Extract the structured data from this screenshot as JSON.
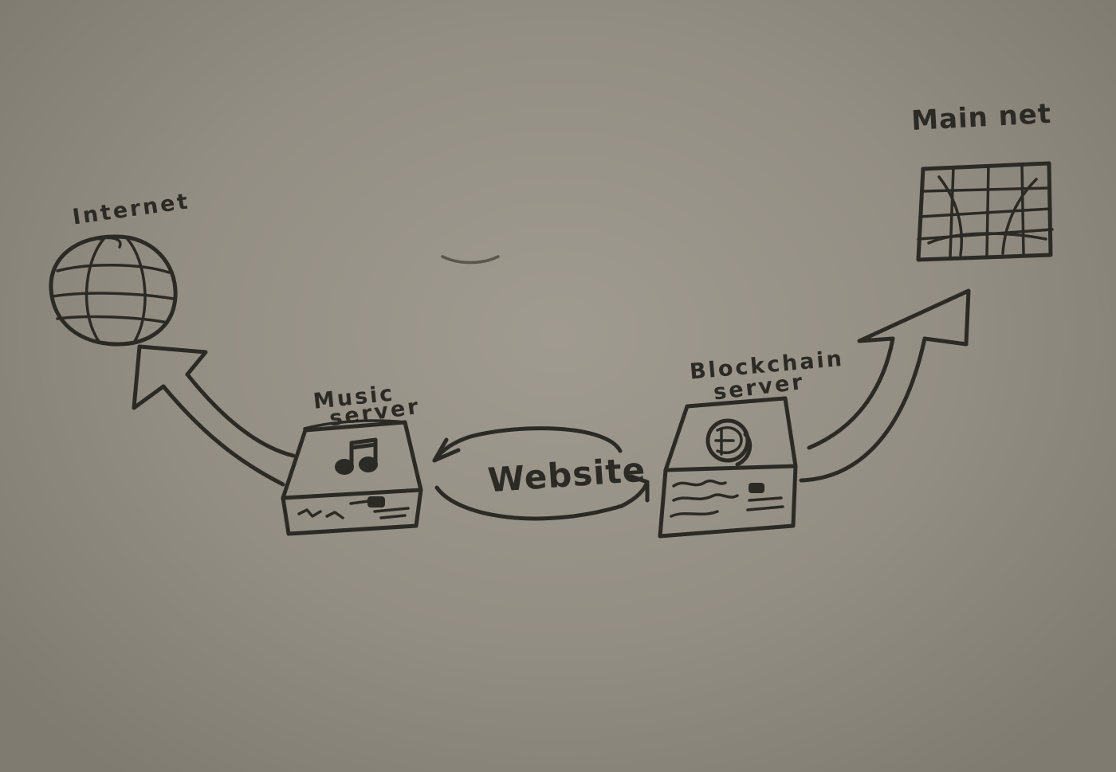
{
  "diagram": {
    "nodes": {
      "internet": {
        "label": "Internet",
        "icon": "globe-icon"
      },
      "mainnet": {
        "label": "Main net",
        "icon": "network-grid-icon"
      },
      "music_server": {
        "label_line1": "Music",
        "label_line2": "server",
        "icon": "music-note-icon"
      },
      "blockchain_server": {
        "label_line1": "Blockchain",
        "label_line2": "server",
        "icon": "coin-icon"
      }
    },
    "edges": {
      "music_to_internet": {
        "from": "Music server",
        "to": "Internet"
      },
      "blockchain_to_mainnet": {
        "from": "Blockchain server",
        "to": "Main net"
      },
      "website_link": {
        "label": "Website",
        "between": [
          "Music server",
          "Blockchain server"
        ]
      }
    },
    "colors": {
      "ink": "#2b2a24",
      "paper": "#9b968b"
    }
  }
}
